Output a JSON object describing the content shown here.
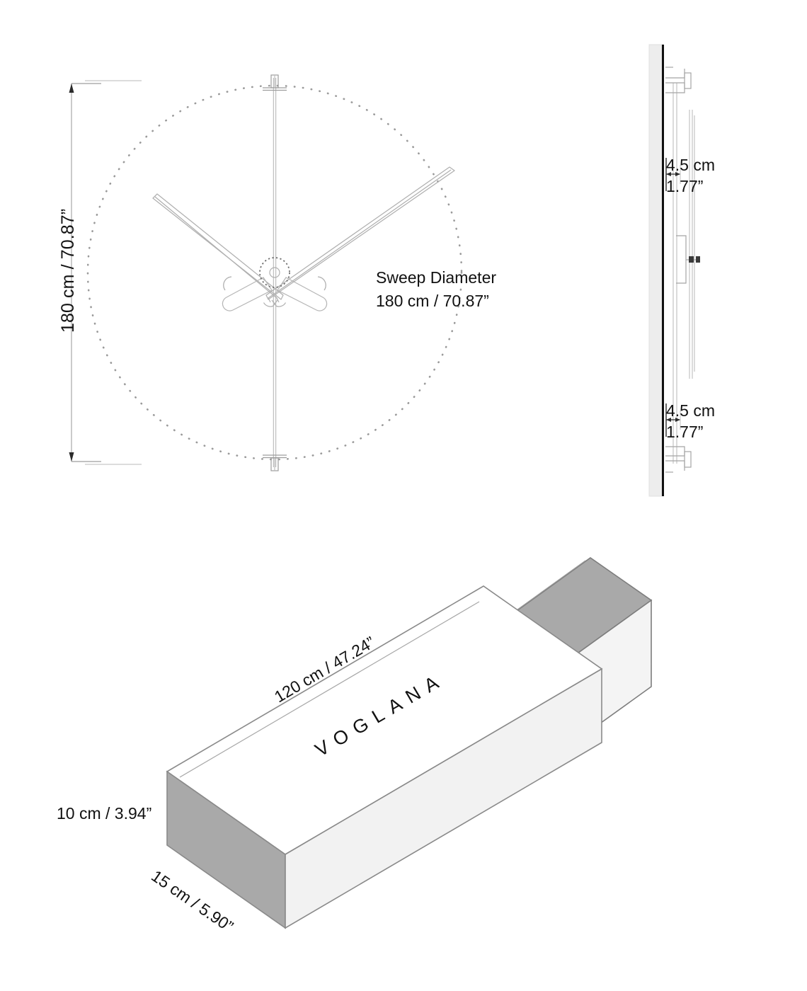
{
  "diagram": {
    "title": "Voglana wall clock dimension drawing",
    "colors": {
      "line": "#b9b9b9",
      "line_dark": "#8a8a8a",
      "outline": "#7a7a7a",
      "text": "#111111",
      "wall_band": "#ededed",
      "wall_edge": "#111111",
      "box_top": "#ffffff",
      "box_front": "#f2f2f2",
      "box_end": "#a9a9a9",
      "box_interior": "#a9a9a9",
      "dotted": "#9a9a9a"
    }
  },
  "front_view": {
    "height_dimension": "180 cm / 70.87”",
    "sweep_label_line1": "Sweep Diameter",
    "sweep_label_line2": "180 cm / 70.87”",
    "hour_marker_top": "12-oclock-index",
    "hour_marker_bottom": "6-oclock-index"
  },
  "side_view": {
    "top_depth_line1": "4.5 cm",
    "top_depth_line2": "1.77”",
    "bottom_depth_line1": "4.5 cm",
    "bottom_depth_line2": "1.77”"
  },
  "packaging": {
    "length": "120 cm / 47.24”",
    "height": "10 cm / 3.94”",
    "depth": "15 cm / 5.90”",
    "brand": "VOGLANA"
  }
}
